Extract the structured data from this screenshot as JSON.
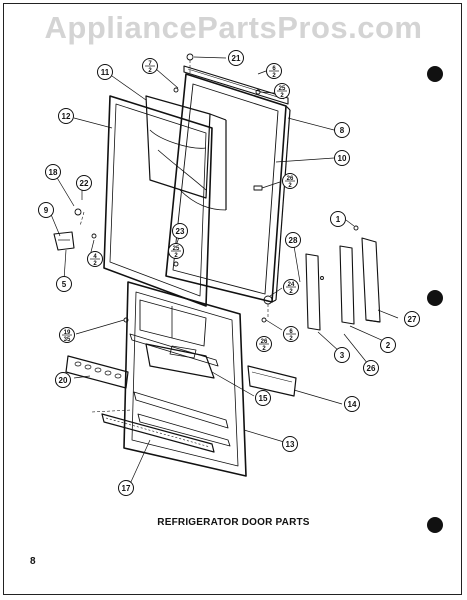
{
  "watermark": "AppliancePartsPros.com",
  "caption": "REFRIGERATOR DOOR PARTS",
  "page_number": "8",
  "callouts": [
    {
      "id": "c21",
      "label": "21"
    },
    {
      "id": "c7",
      "label": "7",
      "sub": "2"
    },
    {
      "id": "c6a",
      "label": "6",
      "sub": "2"
    },
    {
      "id": "c11",
      "label": "11"
    },
    {
      "id": "c25a",
      "label": "25",
      "sub": "2"
    },
    {
      "id": "c12",
      "label": "12"
    },
    {
      "id": "c8",
      "label": "8"
    },
    {
      "id": "c10",
      "label": "10"
    },
    {
      "id": "c18",
      "label": "18"
    },
    {
      "id": "c22",
      "label": "22"
    },
    {
      "id": "c26a",
      "label": "26",
      "sub": "2"
    },
    {
      "id": "c9",
      "label": "9"
    },
    {
      "id": "c1",
      "label": "1"
    },
    {
      "id": "c23",
      "label": "23"
    },
    {
      "id": "c25b",
      "label": "25",
      "sub": "2"
    },
    {
      "id": "c4",
      "label": "4",
      "sub": "2"
    },
    {
      "id": "c28",
      "label": "28"
    },
    {
      "id": "c5",
      "label": "5"
    },
    {
      "id": "c24",
      "label": "24",
      "sub": "2"
    },
    {
      "id": "c19",
      "label": "19",
      "sub": "35"
    },
    {
      "id": "c6b",
      "label": "6",
      "sub": "2"
    },
    {
      "id": "c26b",
      "label": "26",
      "sub": "2"
    },
    {
      "id": "c27",
      "label": "27"
    },
    {
      "id": "c2",
      "label": "2"
    },
    {
      "id": "c3",
      "label": "3"
    },
    {
      "id": "c26c",
      "label": "26"
    },
    {
      "id": "c20",
      "label": "20"
    },
    {
      "id": "c15",
      "label": "15"
    },
    {
      "id": "c14",
      "label": "14"
    },
    {
      "id": "c13",
      "label": "13"
    },
    {
      "id": "c17",
      "label": "17"
    }
  ]
}
